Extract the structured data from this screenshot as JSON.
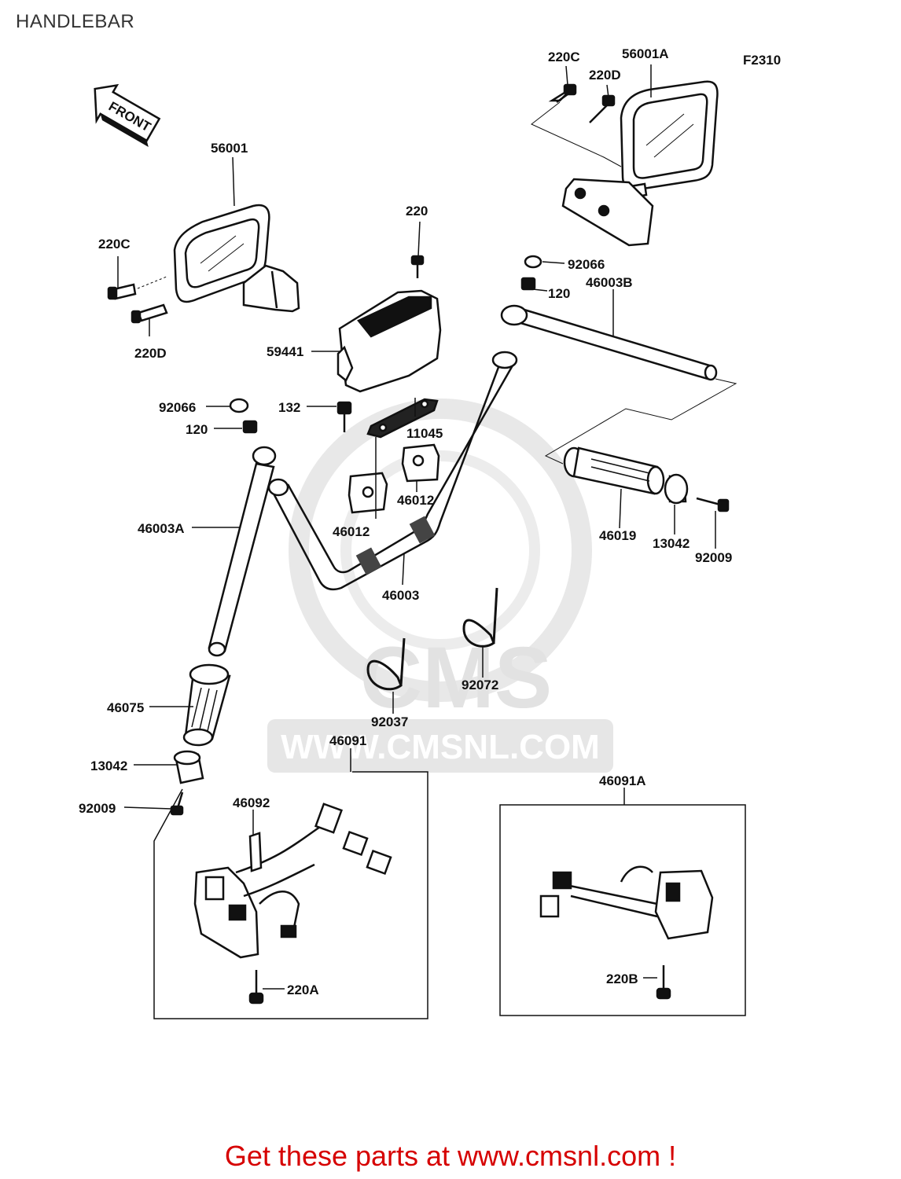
{
  "page": {
    "title": "HANDLEBAR",
    "figure_code": "F2310",
    "front_arrow": "FRONT",
    "footer": "Get these parts at www.cmsnl.com !"
  },
  "watermark": {
    "brand": "CMS",
    "url": "WWW.CMSNL.COM"
  },
  "callouts": {
    "c220c_right": "220C",
    "c56001a": "56001A",
    "c220d_right": "220D",
    "c56001": "56001",
    "c220": "220",
    "c220c_left": "220C",
    "c220d_left": "220D",
    "c92066_right": "92066",
    "c120_right": "120",
    "c46003b": "46003B",
    "c59441": "59441",
    "c92066_left": "92066",
    "c132": "132",
    "c11045": "11045",
    "c120_left": "120",
    "c46012_right": "46012",
    "c46012_left": "46012",
    "c46003a": "46003A",
    "c46019": "46019",
    "c13042_right": "13042",
    "c92009_right": "92009",
    "c46003": "46003",
    "c92072": "92072",
    "c46075": "46075",
    "c92037": "92037",
    "c46091": "46091",
    "c13042_left": "13042",
    "c46091a": "46091A",
    "c92009_left": "92009",
    "c46092": "46092",
    "c220a": "220A",
    "c220b": "220B"
  },
  "colors": {
    "ink": "#111111",
    "footer": "#d60000",
    "watermark": "#e4e4e4"
  }
}
